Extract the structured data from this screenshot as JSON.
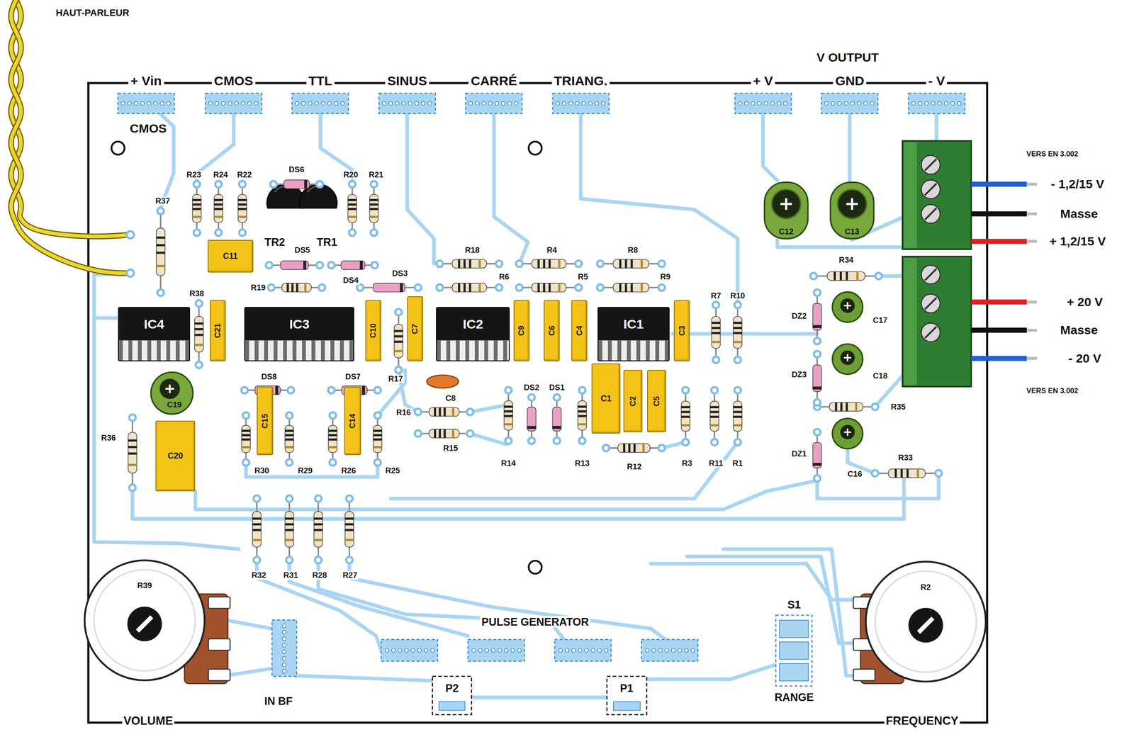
{
  "diagram": {
    "nodes": [
      {
        "text": [
          "+ Vin"
        ]
      },
      {
        "text": [
          "CMOS"
        ]
      },
      {
        "text": [
          "TTL"
        ]
      },
      {
        "text": [
          "SINUS"
        ]
      },
      {
        "text": [
          "CARRÉ"
        ]
      },
      {
        "text": [
          "TRIANG."
        ]
      },
      {
        "text": [
          "+ V"
        ]
      },
      {
        "text": [
          "GND"
        ]
      },
      {
        "text": [
          "- V"
        ]
      },
      {
        "text": [
          "C12"
        ]
      },
      {
        "text": [
          "C13"
        ]
      },
      {
        "text": [
          "C11"
        ]
      },
      {
        "text": [
          "IC4"
        ]
      },
      {
        "text": [
          "C21"
        ]
      },
      {
        "text": [
          "IC3"
        ]
      },
      {
        "text": [
          "C10"
        ]
      },
      {
        "text": [
          "C7"
        ]
      },
      {
        "text": [
          "IC2"
        ]
      },
      {
        "text": [
          "C9"
        ]
      },
      {
        "text": [
          "C6"
        ]
      },
      {
        "text": [
          "C4"
        ]
      },
      {
        "text": [
          "IC1"
        ]
      },
      {
        "text": [
          "C3"
        ]
      },
      {
        "text": [
          "C19"
        ]
      },
      {
        "text": [
          "C1"
        ]
      },
      {
        "text": [
          "C2"
        ]
      },
      {
        "text": [
          "C5"
        ]
      },
      {
        "text": [
          "C15"
        ]
      },
      {
        "text": [
          "C14"
        ]
      },
      {
        "text": [
          "C20"
        ]
      },
      {
        "text": [
          "R39"
        ]
      },
      {
        "text": [
          "S1",
          "RANGE"
        ]
      },
      {
        "text": [
          "R2"
        ]
      },
      {
        "text": [
          "P2"
        ]
      },
      {
        "text": [
          "P1"
        ]
      }
    ],
    "labels": [
      "HAUT-PARLEUR",
      "V OUTPUT",
      "CMOS",
      "VERS EN 3.002",
      "R23",
      "R24",
      "R22",
      "DS6",
      "R20",
      "R21",
      "- 1,2/15 V",
      "R37",
      "Masse",
      "TR2",
      "TR1",
      "+ 1,2/15 V",
      "R18",
      "R4",
      "R8",
      "DS5",
      "R34",
      "R19",
      "DS4",
      "DS3",
      "R6",
      "R5",
      "R9",
      "R38",
      "R7",
      "R10",
      "+ 20 V",
      "DZ2",
      "C17",
      "Masse",
      "- 20 V",
      "DZ3",
      "C18",
      "DS8",
      "DS7",
      "R17",
      "DS2",
      "DS1",
      "C8",
      "VERS EN 3.002",
      "R35",
      "R16",
      "R36",
      "R15",
      "DZ1",
      "R33",
      "R14",
      "R13",
      "R12",
      "R3",
      "R11",
      "R1",
      "R30",
      "R29",
      "R26",
      "R25",
      "C16",
      "R32",
      "R31",
      "R28",
      "R27",
      "PULSE GENERATOR",
      "IN BF",
      "VOLUME",
      "FREQUENCY"
    ]
  }
}
